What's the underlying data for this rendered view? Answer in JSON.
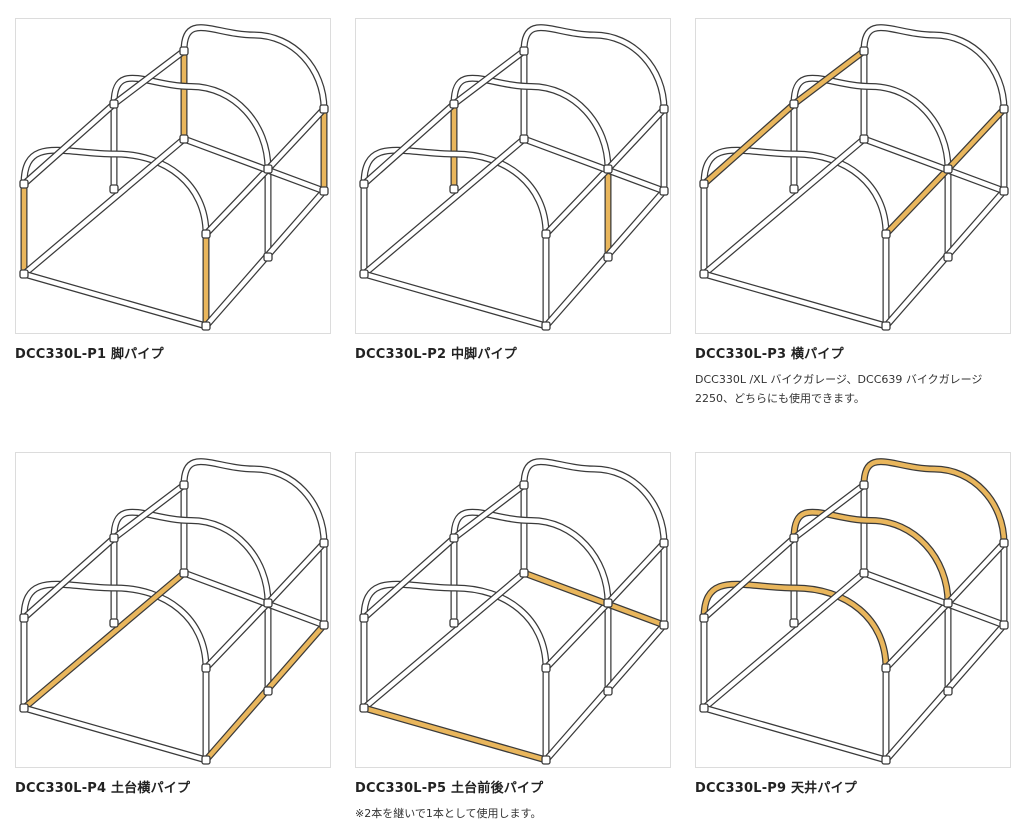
{
  "colors": {
    "highlight": "#E9B65C",
    "pipe_fill": "#ffffff",
    "pipe_outline": "#3a3a3a",
    "card_border": "#dcdcdc",
    "text": "#222222"
  },
  "items": [
    {
      "title": "DCC330L-P1 脚パイプ",
      "note": "",
      "highlight": "legs"
    },
    {
      "title": "DCC330L-P2 中脚パイプ",
      "note": "",
      "highlight": "midlegs"
    },
    {
      "title": "DCC330L-P3 横パイプ",
      "note": "DCC330L /XL バイクガレージ、DCC639 バイクガレージ2250、どちらにも使用できます。",
      "highlight": "side"
    },
    {
      "title": "DCC330L-P4 土台横パイプ",
      "note": "",
      "highlight": "baseside"
    },
    {
      "title": "DCC330L-P5 土台前後パイプ",
      "note": "※2本を継いで1本として使用します。",
      "highlight": "basefront"
    },
    {
      "title": "DCC330L-P9 天井パイプ",
      "note": "",
      "highlight": "roof"
    }
  ]
}
